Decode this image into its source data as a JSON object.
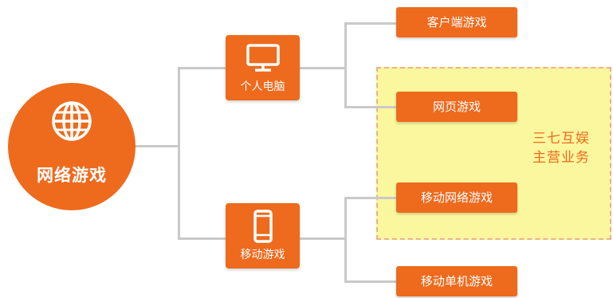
{
  "root": {
    "label": "网络游戏",
    "icon": "globe-icon"
  },
  "categories": [
    {
      "label": "个人电脑",
      "icon": "monitor-icon"
    },
    {
      "label": "移动游戏",
      "icon": "smartphone-icon"
    }
  ],
  "leaves": [
    {
      "label": "客户端游戏"
    },
    {
      "label": "网页游戏"
    },
    {
      "label": "移动网络游戏"
    },
    {
      "label": "移动单机游戏"
    }
  ],
  "highlight": {
    "line1": "三七互娱",
    "line2": "主营业务"
  },
  "colors": {
    "accent": "#ee6a1d",
    "connector": "#c9c9c9",
    "highlight_fill": "#fbf79e",
    "highlight_border": "#f0b08c"
  }
}
